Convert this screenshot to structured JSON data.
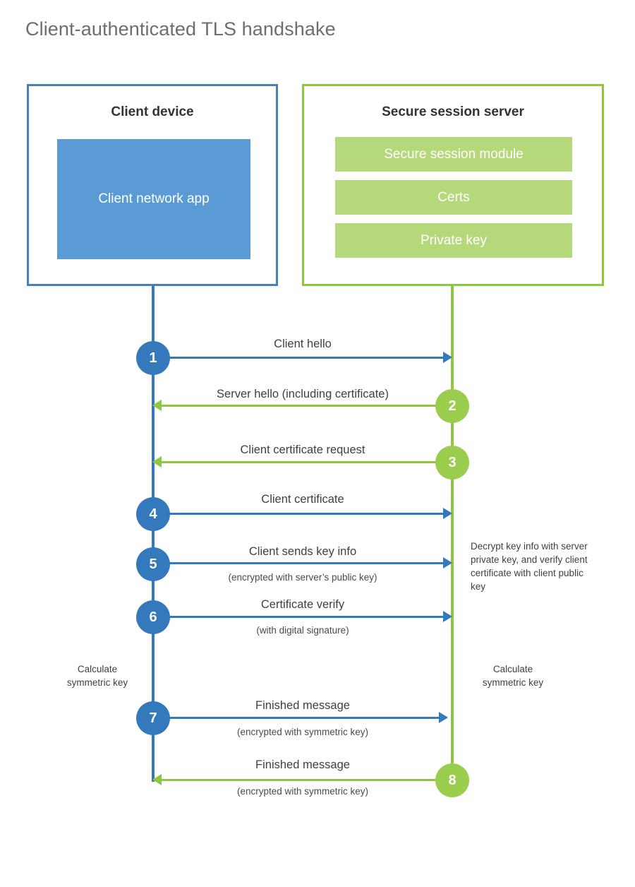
{
  "title": "Client-authenticated TLS handshake",
  "colors": {
    "client_accent": "#3479bc",
    "client_border": "#4a7fb5",
    "client_fill": "#5b9bd5",
    "server_accent": "#8dc63f",
    "server_circle": "#9acd4e",
    "server_fill": "#b5d97a",
    "title_text": "#6d6e71",
    "body_text": "#3f3f3f"
  },
  "client": {
    "title": "Client device",
    "app_label": "Client network app"
  },
  "server": {
    "title": "Secure session server",
    "components": [
      "Secure session module",
      "Certs",
      "Private key"
    ]
  },
  "steps": [
    {
      "number": "1",
      "label": "Client hello",
      "sublabel": "",
      "direction": "client-to-server",
      "color": "blue"
    },
    {
      "number": "2",
      "label": "Server hello (including certificate)",
      "sublabel": "",
      "direction": "server-to-client",
      "color": "green"
    },
    {
      "number": "3",
      "label": "Client certificate request",
      "sublabel": "",
      "direction": "server-to-client",
      "color": "green"
    },
    {
      "number": "4",
      "label": "Client certificate",
      "sublabel": "",
      "direction": "client-to-server",
      "color": "blue"
    },
    {
      "number": "5",
      "label": "Client sends key info",
      "sublabel": "(encrypted with server’s public key)",
      "direction": "client-to-server",
      "color": "blue"
    },
    {
      "number": "6",
      "label": "Certificate verify",
      "sublabel": "(with digital signature)",
      "direction": "client-to-server",
      "color": "blue"
    },
    {
      "number": "7",
      "label": "Finished message",
      "sublabel": "(encrypted with symmetric key)",
      "direction": "client-to-server",
      "color": "blue"
    },
    {
      "number": "8",
      "label": "Finished message",
      "sublabel": "(encrypted with symmetric key)",
      "direction": "server-to-client",
      "color": "green"
    }
  ],
  "annotations": {
    "server_decrypt": "Decrypt key info with server private key, and verify client certificate with client public key",
    "client_calculate": "Calculate symmetric key",
    "server_calculate": "Calculate symmetric key"
  }
}
